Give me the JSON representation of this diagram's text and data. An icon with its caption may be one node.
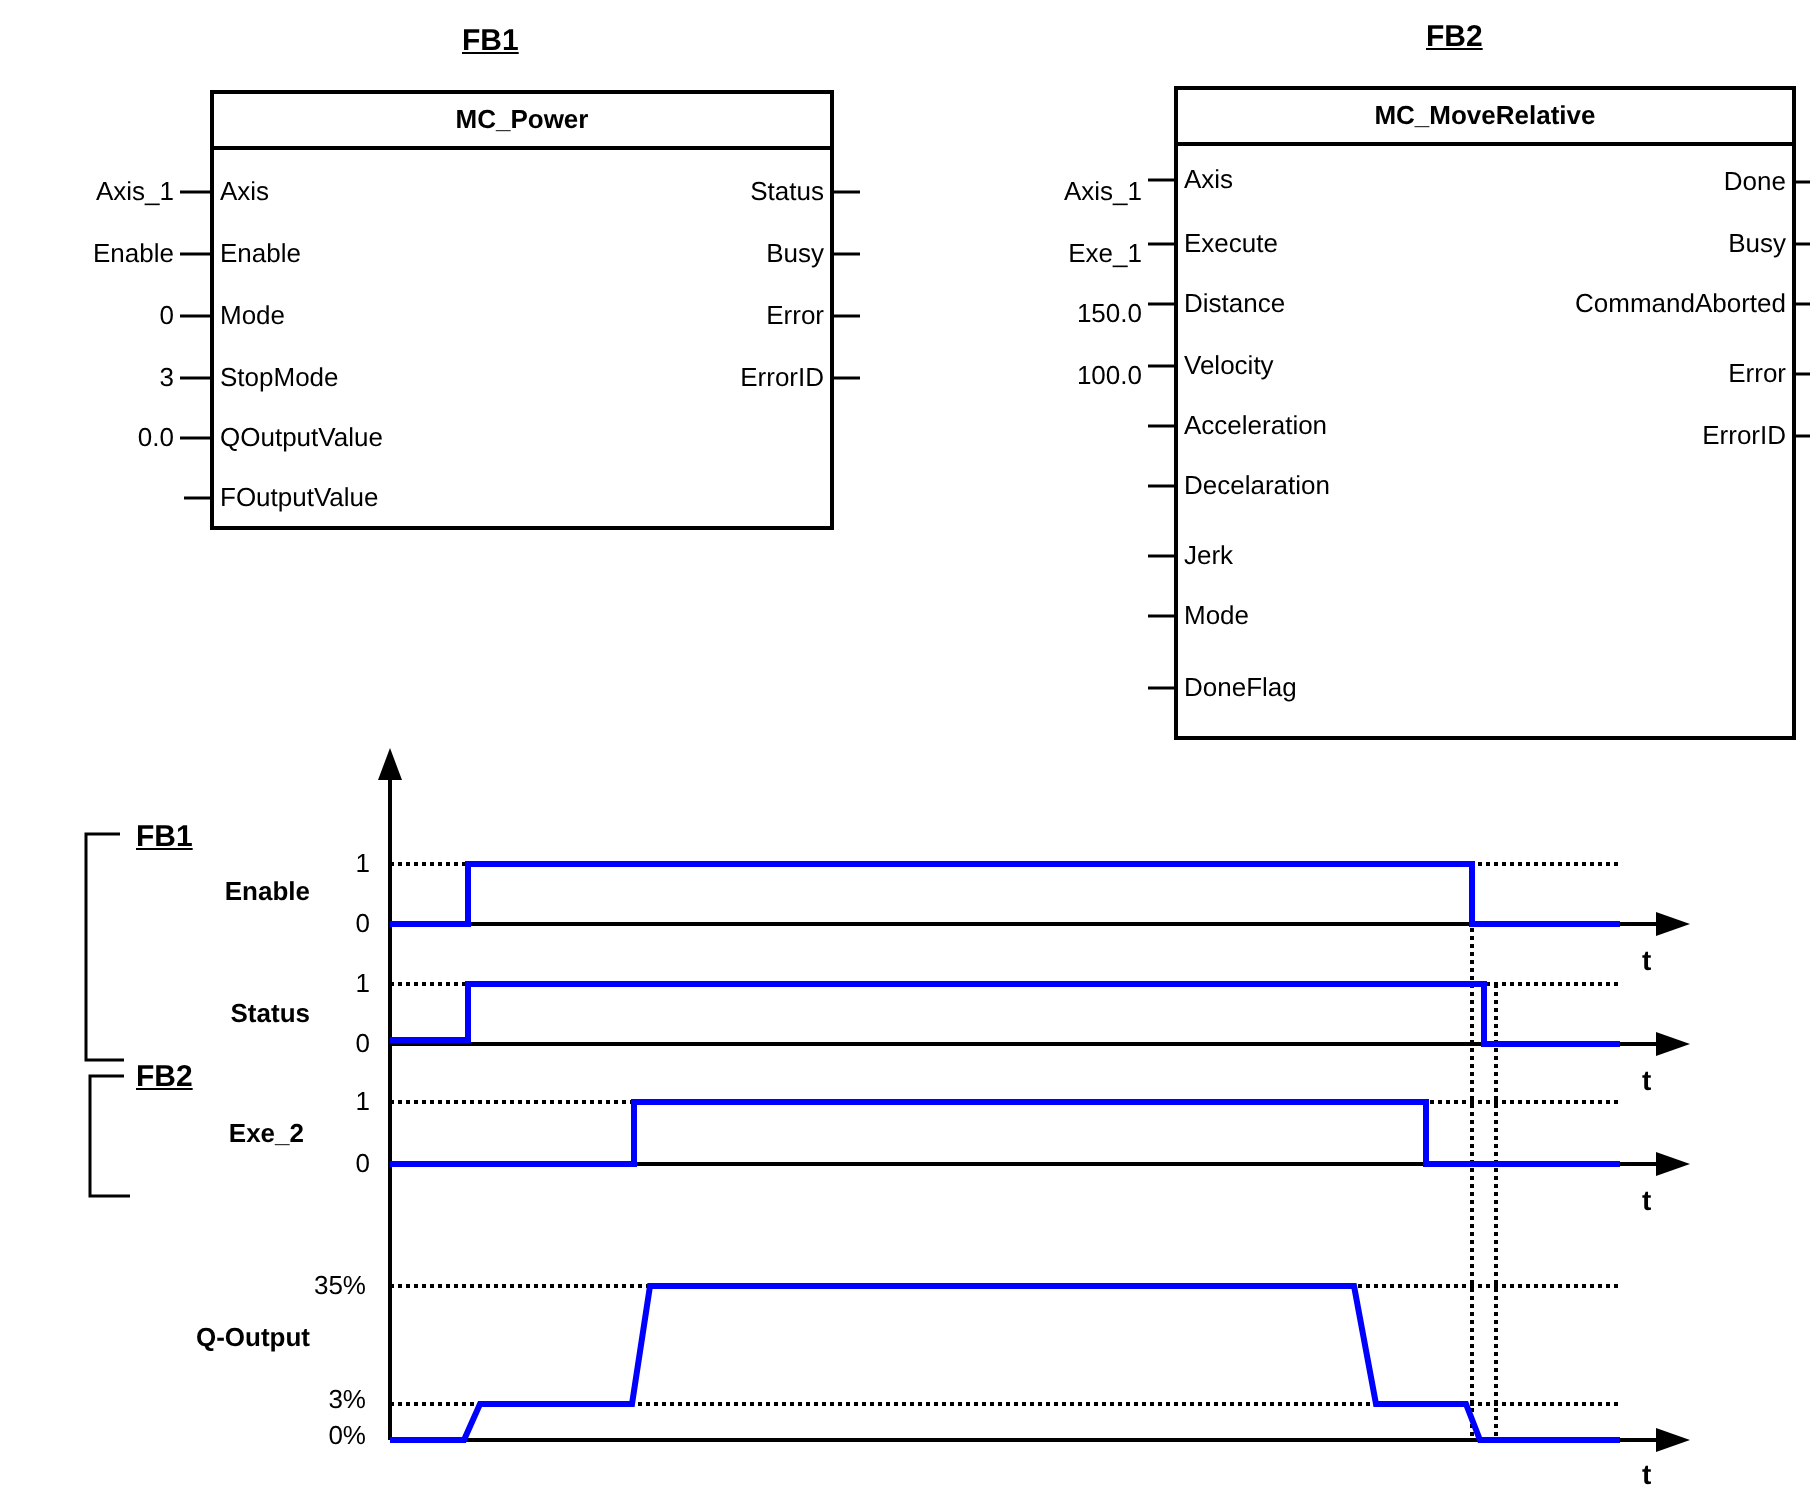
{
  "diagram": {
    "nodes": [
      {
        "text": [
          "FB1",
          "MC_Power"
        ]
      },
      {
        "text": [
          "Axis"
        ],
        "in": 0
      },
      {
        "text": [
          "Enable"
        ],
        "in": 0
      },
      {
        "text": [
          "Mode"
        ],
        "in": 0
      },
      {
        "text": [
          "StopMode"
        ],
        "in": 0
      },
      {
        "text": [
          "QOutputValue"
        ],
        "in": 0
      },
      {
        "text": [
          "FOutputValue"
        ],
        "in": 0
      },
      {
        "text": [
          "Status"
        ],
        "in": 0
      },
      {
        "text": [
          "Busy"
        ],
        "in": 0
      },
      {
        "text": [
          "Error"
        ],
        "in": 0
      },
      {
        "text": [
          "ErrorID"
        ],
        "in": 0
      },
      {
        "text": [
          "Axis_1"
        ]
      },
      {
        "text": [
          "Enable"
        ]
      },
      {
        "text": [
          "0"
        ]
      },
      {
        "text": [
          "3"
        ]
      },
      {
        "text": [
          "0.0"
        ]
      },
      {
        "text": [
          "FB2",
          "MC_MoveRelative"
        ]
      },
      {
        "text": [
          "Axis"
        ],
        "in": 16
      },
      {
        "text": [
          "Execute"
        ],
        "in": 16
      },
      {
        "text": [
          "Distance"
        ],
        "in": 16
      },
      {
        "text": [
          "Velocity"
        ],
        "in": 16
      },
      {
        "text": [
          "Acceleration"
        ],
        "in": 16
      },
      {
        "text": [
          "Decelaration"
        ],
        "in": 16
      },
      {
        "text": [
          "Jerk"
        ],
        "in": 16
      },
      {
        "text": [
          "Mode"
        ],
        "in": 16
      },
      {
        "text": [
          "DoneFlag"
        ],
        "in": 16
      },
      {
        "text": [
          "Done"
        ],
        "in": 16
      },
      {
        "text": [
          "Busy"
        ],
        "in": 16
      },
      {
        "text": [
          "CommandAborted"
        ],
        "in": 16
      },
      {
        "text": [
          "Error"
        ],
        "in": 16
      },
      {
        "text": [
          "ErrorID"
        ],
        "in": 16
      },
      {
        "text": [
          "Axis_1"
        ]
      },
      {
        "text": [
          "Exe_1"
        ]
      },
      {
        "text": [
          "150.0"
        ]
      },
      {
        "text": [
          "100.0"
        ]
      }
    ],
    "edges": [
      {
        "from": 11,
        "to": 1,
        "arrow": "none"
      },
      {
        "from": 12,
        "to": 2,
        "arrow": "none"
      },
      {
        "from": 13,
        "to": 3,
        "arrow": "none"
      },
      {
        "from": 14,
        "to": 4,
        "arrow": "none"
      },
      {
        "from": 15,
        "to": 5,
        "arrow": "none"
      },
      {
        "from": null,
        "to": 6,
        "arrow": "none"
      },
      {
        "from": 7,
        "to": null,
        "arrow": "none"
      },
      {
        "from": 8,
        "to": null,
        "arrow": "none"
      },
      {
        "from": 9,
        "to": null,
        "arrow": "none"
      },
      {
        "from": 10,
        "to": null,
        "arrow": "none"
      },
      {
        "from": 31,
        "to": 17,
        "arrow": "none"
      },
      {
        "from": 32,
        "to": 18,
        "arrow": "none"
      },
      {
        "from": 33,
        "to": 19,
        "arrow": "none"
      },
      {
        "from": 34,
        "to": 20,
        "arrow": "none"
      },
      {
        "from": null,
        "to": 21,
        "arrow": "none"
      },
      {
        "from": null,
        "to": 22,
        "arrow": "none"
      },
      {
        "from": null,
        "to": 23,
        "arrow": "none"
      },
      {
        "from": null,
        "to": 24,
        "arrow": "none"
      },
      {
        "from": null,
        "to": 25,
        "arrow": "none"
      },
      {
        "from": 26,
        "to": null,
        "arrow": "none"
      },
      {
        "from": 27,
        "to": null,
        "arrow": "none"
      },
      {
        "from": 28,
        "to": null,
        "arrow": "none"
      },
      {
        "from": 29,
        "to": null,
        "arrow": "none"
      },
      {
        "from": 30,
        "to": null,
        "arrow": "none"
      }
    ],
    "labels": [
      "FB1",
      "1",
      "Enable",
      "0",
      "t",
      "1",
      "Status",
      "0",
      "t",
      "FB2",
      "1",
      "Exe_2",
      "0",
      "t",
      "35%",
      "Q-Output",
      "3%",
      "0%",
      "t"
    ]
  }
}
